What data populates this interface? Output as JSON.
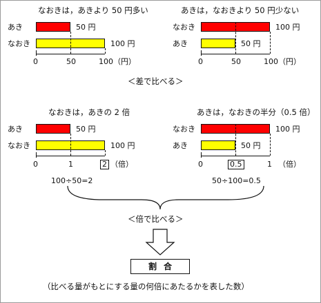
{
  "panels": [
    {
      "id": "diff-1",
      "caption": "なおきは，あきより 50 円多い",
      "rows": [
        {
          "name": "あき",
          "value": 50,
          "value_label": "50 円",
          "color": "red"
        },
        {
          "name": "なおき",
          "value": 100,
          "value_label": "100 円",
          "color": "yellow"
        }
      ],
      "axis_ticks": [
        "0",
        "50",
        "100"
      ],
      "axis_unit": "（円）"
    },
    {
      "id": "diff-2",
      "caption": "あきは，なおきより 50 円少ない",
      "rows": [
        {
          "name": "なおき",
          "value": 100,
          "value_label": "100 円",
          "color": "red"
        },
        {
          "name": "あき",
          "value": 50,
          "value_label": "50 円",
          "color": "yellow"
        }
      ],
      "axis_ticks": [
        "0",
        "50",
        "100"
      ],
      "axis_unit": "（円）"
    },
    {
      "id": "ratio-1",
      "caption": "なおきは，あきの 2 倍",
      "rows": [
        {
          "name": "あき",
          "value": 50,
          "value_label": "50 円",
          "color": "red"
        },
        {
          "name": "なおき",
          "value": 100,
          "value_label": "100 円",
          "color": "yellow"
        }
      ],
      "axis_ticks": [
        "0",
        "1",
        "2"
      ],
      "axis_unit": "（倍）",
      "boxed_tick": "2",
      "formula": "100÷50=2"
    },
    {
      "id": "ratio-2",
      "caption": "あきは，なおきの半分（0.5 倍）",
      "rows": [
        {
          "name": "なおき",
          "value": 100,
          "value_label": "100 円",
          "color": "red"
        },
        {
          "name": "あき",
          "value": 50,
          "value_label": "50 円",
          "color": "yellow"
        }
      ],
      "axis_ticks": [
        "0",
        "0.5",
        "1"
      ],
      "axis_unit": "（倍）",
      "boxed_tick": "0.5",
      "formula": "50÷100=0.5"
    }
  ],
  "section_diff": "＜差で比べる＞",
  "section_ratio": "＜倍で比べる＞",
  "result_box": "割合",
  "definition": "（比べる量がもとにする量の何倍にあたるかを表した数）",
  "colors": {
    "red": "#ff0000",
    "yellow": "#ffff00",
    "stroke": "#111111"
  }
}
